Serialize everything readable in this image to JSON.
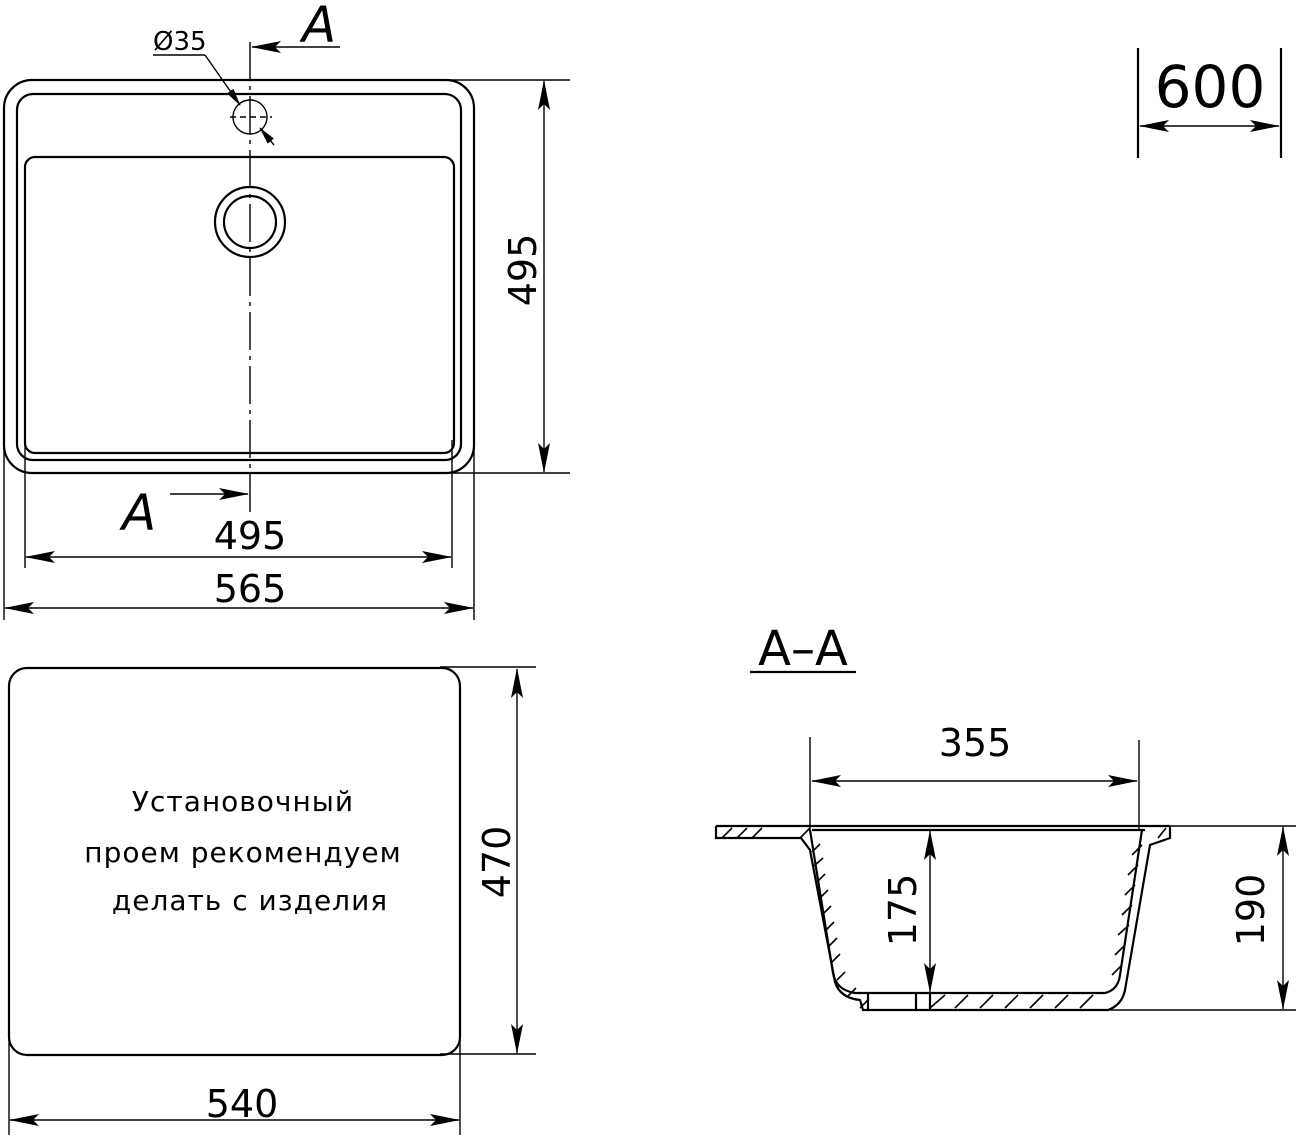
{
  "drawing": {
    "type": "technical-drawing",
    "subject": "kitchen sink",
    "top_view": {
      "section_marker_top": "A",
      "section_marker_bottom": "A",
      "tap_hole_label": "Ø35",
      "dims": {
        "outer_width": "565",
        "bowl_width": "495",
        "outer_depth": "495"
      }
    },
    "cabinet_badge": {
      "value": "600"
    },
    "cutout_view": {
      "note_lines": [
        "Установочный",
        "проем рекомендуем",
        "делать с изделия"
      ],
      "dims": {
        "width": "540",
        "depth": "470"
      }
    },
    "section_view": {
      "title": "A–A",
      "dims": {
        "bowl_top_width": "355",
        "bowl_depth": "175",
        "total_depth": "190"
      }
    }
  }
}
